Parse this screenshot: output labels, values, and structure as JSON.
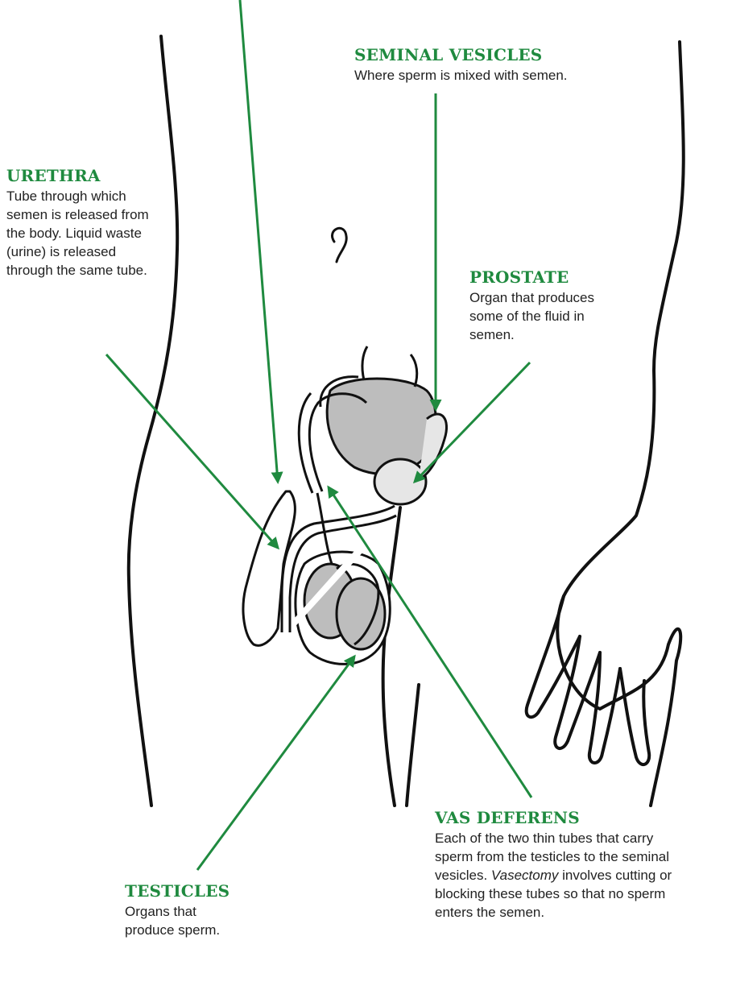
{
  "colors": {
    "accent_green": "#1f8a3f",
    "outline": "#111111",
    "organ_gray": "#bdbdbd",
    "light_gray": "#e6e6e6"
  },
  "labels": {
    "seminal_vesicles": {
      "title": "SEMINAL VESICLES",
      "text": "Where sperm is mixed with semen."
    },
    "urethra": {
      "title": "URETHRA",
      "text": "Tube through which semen is released from the body. Liquid waste (urine) is released through the same tube."
    },
    "prostate": {
      "title": "PROSTATE",
      "text": "Organ that produces some of the fluid in semen."
    },
    "vas_deferens": {
      "title": "VAS DEFERENS",
      "text": "Each of the two thin tubes that carry sperm from the testicles to the seminal vesicles.",
      "emphasis": "Vasectomy",
      "text2": " involves cutting or blocking these tubes so that no sperm enters the semen."
    },
    "testicles": {
      "title": "TESTICLES",
      "text": "Organs that produce sperm."
    }
  }
}
